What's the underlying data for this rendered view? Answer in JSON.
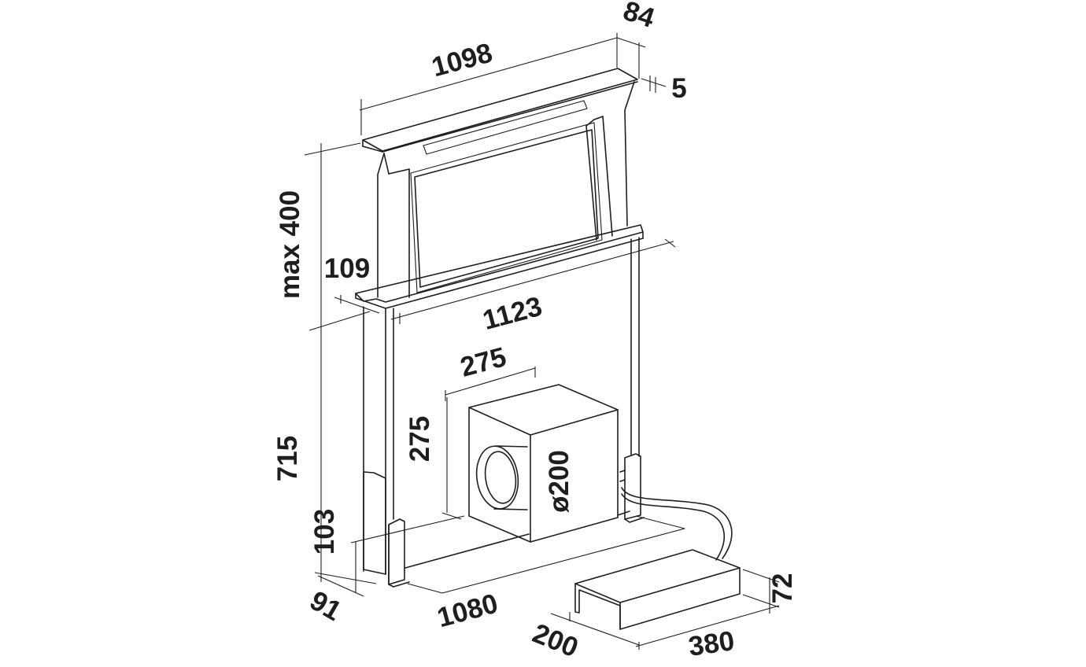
{
  "diagram": {
    "dimensions": {
      "overall_width": "1098",
      "top_depth": "84",
      "top_thickness": "5",
      "max_lift": "max 400",
      "frame_depth": "109",
      "cut_width": "1123",
      "motor_width": "275",
      "motor_height": "275",
      "outlet_diameter": "ø200",
      "total_height": "715",
      "base_height": "103",
      "base_depth": "91",
      "base_width": "1080",
      "box_height": "72",
      "box_depth": "200",
      "box_width": "380"
    }
  }
}
